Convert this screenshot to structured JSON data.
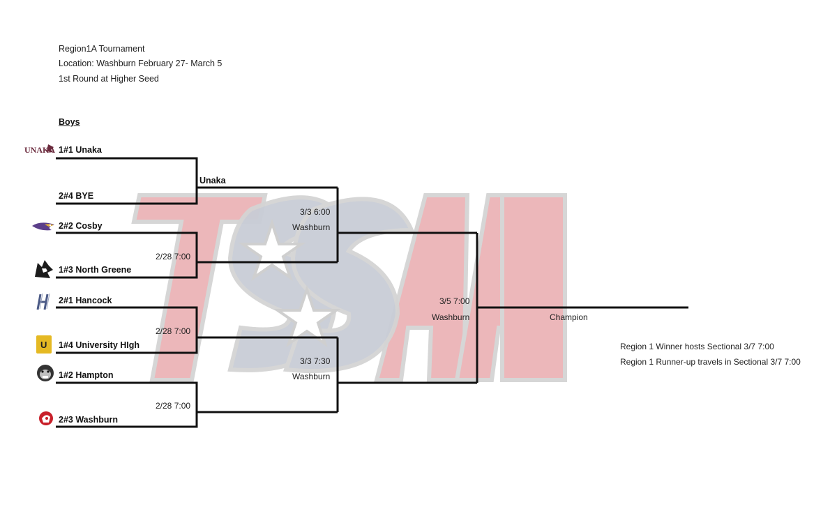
{
  "header": {
    "line1": "Region1A Tournament",
    "line2": "Location: Washburn  February 27- March 5",
    "line3": "1st Round at Higher Seed"
  },
  "section_title": "Boys",
  "watermark": {
    "text": "TSSAA",
    "color": "#e8a9ad"
  },
  "teams": [
    {
      "label": "1#1 Unaka",
      "logo": "unaka-logo"
    },
    {
      "label": "2#4 BYE",
      "logo": ""
    },
    {
      "label": "2#2 Cosby",
      "logo": "eagle-logo"
    },
    {
      "label": "1#3 North Greene",
      "logo": "husky-logo"
    },
    {
      "label": "2#1 Hancock",
      "logo": "hancock-h-logo"
    },
    {
      "label": "1#4 University HIgh",
      "logo": "u-logo"
    },
    {
      "label": "1#2 Hampton",
      "logo": "bulldog-logo"
    },
    {
      "label": "2#3 Washburn",
      "logo": "pirate-logo"
    }
  ],
  "round1": [
    {
      "winner": "Unaka",
      "info": ""
    },
    {
      "info": "2/28 7:00"
    },
    {
      "info": "2/28 7:00"
    },
    {
      "info": "2/28 7:00"
    }
  ],
  "semis": [
    {
      "time": "3/3 6:00",
      "site": "Washburn"
    },
    {
      "time": "3/3 7:30",
      "site": "Washburn"
    }
  ],
  "final": {
    "time": "3/5 7:00",
    "site": "Washburn"
  },
  "champion_label": "Champion",
  "notes": [
    "Region 1 Winner hosts Sectional 3/7 7:00",
    "Region 1 Runner-up travels in Sectional 3/7 7:00"
  ],
  "logo_text": {
    "unaka": "UNAKA",
    "u": "U"
  }
}
